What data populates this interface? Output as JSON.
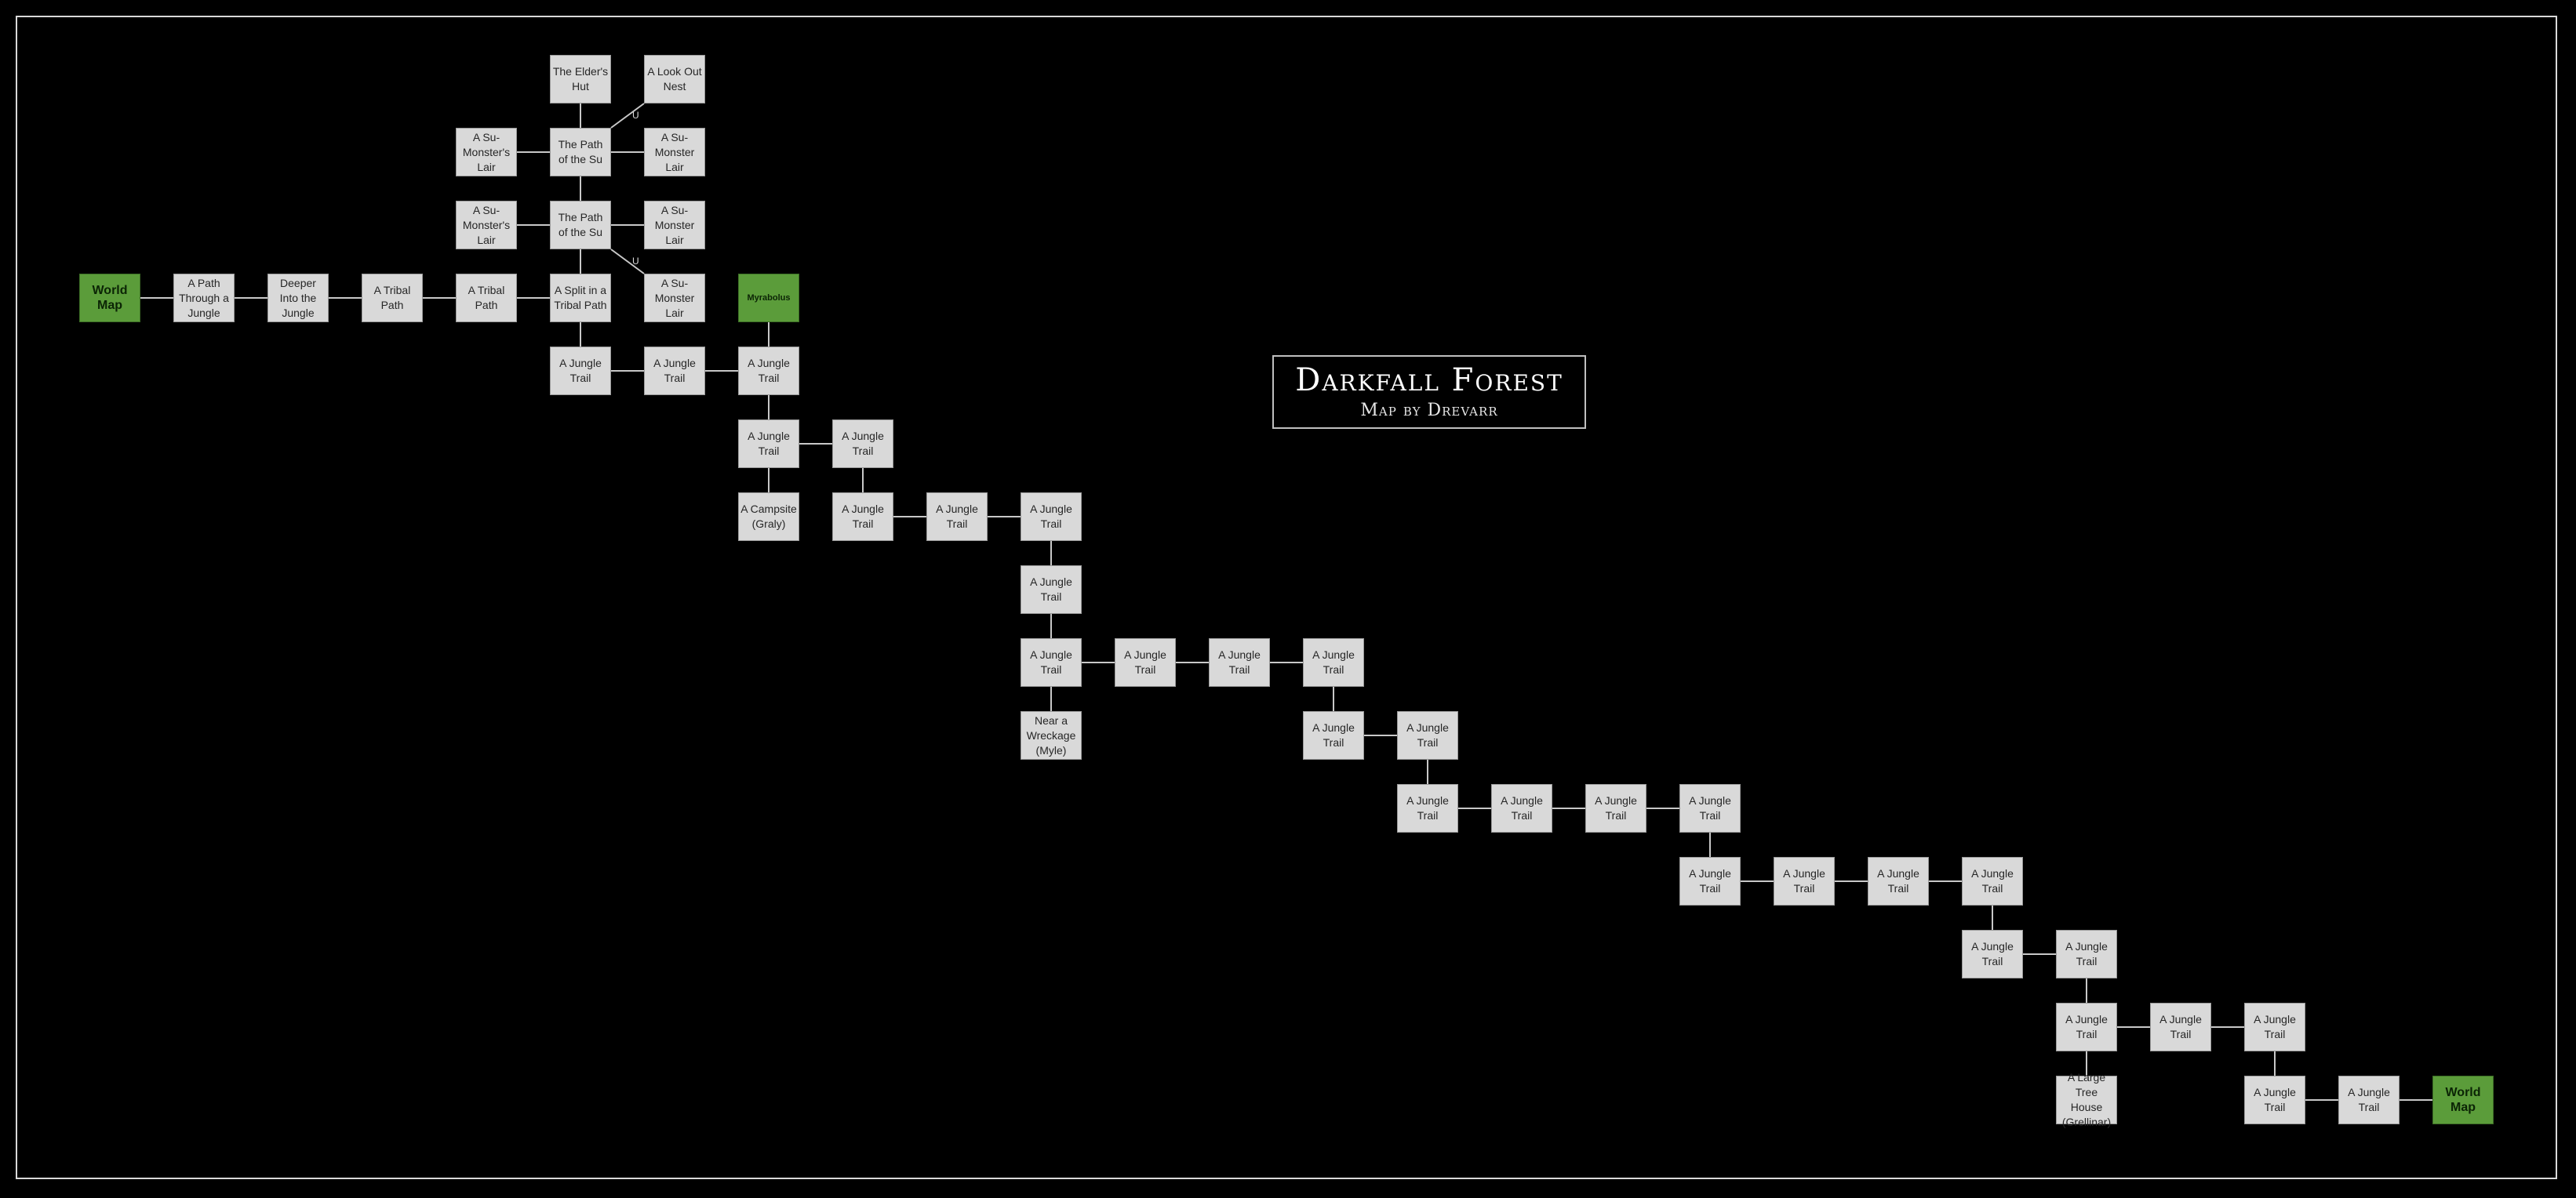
{
  "title": "Darkfall Forest",
  "subtitle": "Map by Drevarr",
  "colors": {
    "background": "#000000",
    "room": "#d9d9d9",
    "exit": "#5b9c3a",
    "line": "#c8c8c8"
  },
  "rooms": [
    {
      "id": "world-map-west",
      "label": "World Map",
      "exit": true,
      "col": 0,
      "row": 3
    },
    {
      "id": "path-through-jungle",
      "label": "A Path Through a Jungle",
      "col": 1,
      "row": 3
    },
    {
      "id": "deeper-into-jungle",
      "label": "Deeper Into the Jungle",
      "col": 2,
      "row": 3
    },
    {
      "id": "tribal-path-1",
      "label": "A Tribal Path",
      "col": 3,
      "row": 3
    },
    {
      "id": "tribal-path-2",
      "label": "A Tribal Path",
      "col": 4,
      "row": 3
    },
    {
      "id": "split-tribal-path",
      "label": "A Split in a Tribal Path",
      "col": 5,
      "row": 3
    },
    {
      "id": "su-monster-lair-se",
      "label": "A Su-Monster Lair",
      "col": 6,
      "row": 3
    },
    {
      "id": "myrabolus",
      "label": "Myrabolus",
      "exit": true,
      "small": true,
      "col": 7,
      "row": 3
    },
    {
      "id": "path-of-su-lower",
      "label": "The Path of the Su",
      "col": 5,
      "row": 2
    },
    {
      "id": "su-monsters-lair-lower",
      "label": "A Su-Monster's Lair",
      "col": 4,
      "row": 2
    },
    {
      "id": "su-monster-lair-lower",
      "label": "A Su-Monster Lair",
      "col": 6,
      "row": 2
    },
    {
      "id": "path-of-su-upper",
      "label": "The Path of the Su",
      "col": 5,
      "row": 1
    },
    {
      "id": "su-monsters-lair-upper",
      "label": "A Su-Monster's Lair",
      "col": 4,
      "row": 1
    },
    {
      "id": "su-monster-lair-upper",
      "label": "A Su-Monster Lair",
      "col": 6,
      "row": 1
    },
    {
      "id": "elders-hut",
      "label": "The Elder's Hut",
      "col": 5,
      "row": 0
    },
    {
      "id": "look-out-nest",
      "label": "A Look Out Nest",
      "col": 6,
      "row": 0
    },
    {
      "id": "jt-r4-c5",
      "label": "A Jungle Trail",
      "col": 5,
      "row": 4
    },
    {
      "id": "jt-r4-c6",
      "label": "A Jungle Trail",
      "col": 6,
      "row": 4
    },
    {
      "id": "jt-r4-c7",
      "label": "A Jungle Trail",
      "col": 7,
      "row": 4
    },
    {
      "id": "jt-r5-c7",
      "label": "A Jungle Trail",
      "col": 7,
      "row": 5
    },
    {
      "id": "jt-r5-c8",
      "label": "A Jungle Trail",
      "col": 8,
      "row": 5
    },
    {
      "id": "campsite-graly",
      "label": "A Campsite (Graly)",
      "col": 7,
      "row": 6
    },
    {
      "id": "jt-r6-c8",
      "label": "A Jungle Trail",
      "col": 8,
      "row": 6
    },
    {
      "id": "jt-r6-c9",
      "label": "A Jungle Trail",
      "col": 9,
      "row": 6
    },
    {
      "id": "jt-r6-c10",
      "label": "A Jungle Trail",
      "col": 10,
      "row": 6
    },
    {
      "id": "jt-r7-c10",
      "label": "A Jungle Trail",
      "col": 10,
      "row": 7
    },
    {
      "id": "jt-r8-c10",
      "label": "A Jungle Trail",
      "col": 10,
      "row": 8
    },
    {
      "id": "jt-r8-c11",
      "label": "A Jungle Trail",
      "col": 11,
      "row": 8
    },
    {
      "id": "jt-r8-c12",
      "label": "A Jungle Trail",
      "col": 12,
      "row": 8
    },
    {
      "id": "jt-r8-c13",
      "label": "A Jungle Trail",
      "col": 13,
      "row": 8
    },
    {
      "id": "near-wreckage-myle",
      "label": "Near a Wreckage (Myle)",
      "col": 10,
      "row": 9
    },
    {
      "id": "jt-r9-c13",
      "label": "A Jungle Trail",
      "col": 13,
      "row": 9
    },
    {
      "id": "jt-r9-c14",
      "label": "A Jungle Trail",
      "col": 14,
      "row": 9
    },
    {
      "id": "jt-r10-c14",
      "label": "A Jungle Trail",
      "col": 14,
      "row": 10
    },
    {
      "id": "jt-r10-c15",
      "label": "A Jungle Trail",
      "col": 15,
      "row": 10
    },
    {
      "id": "jt-r10-c16",
      "label": "A Jungle Trail",
      "col": 16,
      "row": 10
    },
    {
      "id": "jt-r10-c17",
      "label": "A Jungle Trail",
      "col": 17,
      "row": 10
    },
    {
      "id": "jt-r11-c17",
      "label": "A Jungle Trail",
      "col": 17,
      "row": 11
    },
    {
      "id": "jt-r11-c18",
      "label": "A Jungle Trail",
      "col": 18,
      "row": 11
    },
    {
      "id": "jt-r11-c19",
      "label": "A Jungle Trail",
      "col": 19,
      "row": 11
    },
    {
      "id": "jt-r11-c20",
      "label": "A Jungle Trail",
      "col": 20,
      "row": 11
    },
    {
      "id": "jt-r12-c20",
      "label": "A Jungle Trail",
      "col": 20,
      "row": 12
    },
    {
      "id": "jt-r12-c21",
      "label": "A Jungle Trail",
      "col": 21,
      "row": 12
    },
    {
      "id": "jt-r13-c21",
      "label": "A Jungle Trail",
      "col": 21,
      "row": 13
    },
    {
      "id": "jt-r13-c22",
      "label": "A Jungle Trail",
      "col": 22,
      "row": 13
    },
    {
      "id": "jt-r13-c23",
      "label": "A Jungle Trail",
      "col": 23,
      "row": 13
    },
    {
      "id": "large-tree-house-grellinar",
      "label": "A Large Tree House (Grellinar)",
      "col": 21,
      "row": 14
    },
    {
      "id": "jt-r14-c23",
      "label": "A Jungle Trail",
      "col": 23,
      "row": 14
    },
    {
      "id": "jt-r14-c24",
      "label": "A Jungle Trail",
      "col": 24,
      "row": 14
    },
    {
      "id": "world-map-east",
      "label": "World Map",
      "exit": true,
      "col": 25,
      "row": 14
    }
  ],
  "links": [
    [
      "world-map-west",
      "path-through-jungle"
    ],
    [
      "path-through-jungle",
      "deeper-into-jungle"
    ],
    [
      "deeper-into-jungle",
      "tribal-path-1"
    ],
    [
      "tribal-path-1",
      "tribal-path-2"
    ],
    [
      "tribal-path-2",
      "split-tribal-path"
    ],
    [
      "split-tribal-path",
      "path-of-su-lower"
    ],
    [
      "split-tribal-path",
      "jt-r4-c5"
    ],
    [
      "path-of-su-lower",
      "su-monsters-lair-lower"
    ],
    [
      "path-of-su-lower",
      "su-monster-lair-lower"
    ],
    [
      "path-of-su-lower",
      "path-of-su-upper"
    ],
    [
      "path-of-su-lower",
      "su-monster-lair-se"
    ],
    [
      "path-of-su-upper",
      "su-monsters-lair-upper"
    ],
    [
      "path-of-su-upper",
      "su-monster-lair-upper"
    ],
    [
      "path-of-su-upper",
      "elders-hut"
    ],
    [
      "path-of-su-upper",
      "look-out-nest"
    ],
    [
      "jt-r4-c5",
      "jt-r4-c6"
    ],
    [
      "jt-r4-c6",
      "jt-r4-c7"
    ],
    [
      "jt-r4-c7",
      "myrabolus"
    ],
    [
      "jt-r4-c7",
      "jt-r5-c7"
    ],
    [
      "jt-r5-c7",
      "jt-r5-c8"
    ],
    [
      "jt-r5-c7",
      "campsite-graly"
    ],
    [
      "jt-r5-c8",
      "jt-r6-c8"
    ],
    [
      "jt-r6-c8",
      "jt-r6-c9"
    ],
    [
      "jt-r6-c9",
      "jt-r6-c10"
    ],
    [
      "jt-r6-c10",
      "jt-r7-c10"
    ],
    [
      "jt-r7-c10",
      "jt-r8-c10"
    ],
    [
      "jt-r8-c10",
      "near-wreckage-myle"
    ],
    [
      "jt-r8-c10",
      "jt-r8-c11"
    ],
    [
      "jt-r8-c11",
      "jt-r8-c12"
    ],
    [
      "jt-r8-c12",
      "jt-r8-c13"
    ],
    [
      "jt-r8-c13",
      "jt-r9-c13"
    ],
    [
      "jt-r9-c13",
      "jt-r9-c14"
    ],
    [
      "jt-r9-c14",
      "jt-r10-c14"
    ],
    [
      "jt-r10-c14",
      "jt-r10-c15"
    ],
    [
      "jt-r10-c15",
      "jt-r10-c16"
    ],
    [
      "jt-r10-c16",
      "jt-r10-c17"
    ],
    [
      "jt-r10-c17",
      "jt-r11-c17"
    ],
    [
      "jt-r11-c17",
      "jt-r11-c18"
    ],
    [
      "jt-r11-c18",
      "jt-r11-c19"
    ],
    [
      "jt-r11-c19",
      "jt-r11-c20"
    ],
    [
      "jt-r11-c20",
      "jt-r12-c20"
    ],
    [
      "jt-r12-c20",
      "jt-r12-c21"
    ],
    [
      "jt-r12-c21",
      "jt-r13-c21"
    ],
    [
      "jt-r13-c21",
      "large-tree-house-grellinar"
    ],
    [
      "jt-r13-c21",
      "jt-r13-c22"
    ],
    [
      "jt-r13-c22",
      "jt-r13-c23"
    ],
    [
      "jt-r13-c23",
      "jt-r14-c23"
    ],
    [
      "jt-r14-c23",
      "jt-r14-c24"
    ],
    [
      "jt-r14-c24",
      "world-map-east"
    ]
  ],
  "direction_marks": [
    {
      "text": "U",
      "near": "path-of-su-upper",
      "toward": "look-out-nest"
    },
    {
      "text": "U",
      "near": "path-of-su-lower",
      "toward": "su-monster-lair-se"
    }
  ]
}
